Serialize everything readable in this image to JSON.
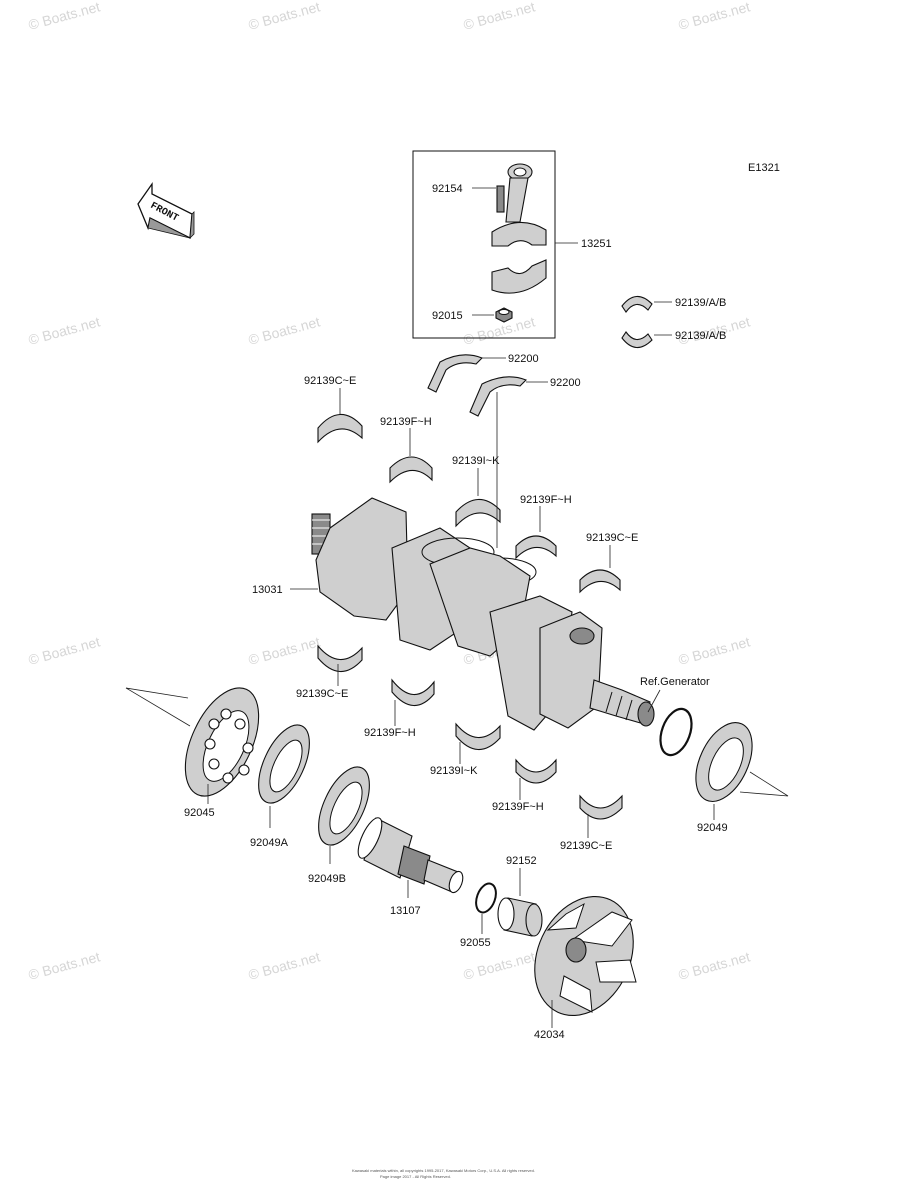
{
  "diagram_code": "E1321",
  "front_label": "FRONT",
  "watermark": "© Boats.net",
  "parts": {
    "p92154": "92154",
    "p13251": "13251",
    "p92015": "92015",
    "p92139ab_1": "92139/A/B",
    "p92139ab_2": "92139/A/B",
    "p92200_1": "92200",
    "p92200_2": "92200",
    "p92139ce_1": "92139C~E",
    "p92139fh_1": "92139F~H",
    "p92139ik_1": "92139I~K",
    "p92139fh_2": "92139F~H",
    "p92139ce_2": "92139C~E",
    "p13031": "13031",
    "p92139ce_3": "92139C~E",
    "p92139fh_3": "92139F~H",
    "p92139ik_2": "92139I~K",
    "p92139fh_4": "92139F~H",
    "p92139ce_4": "92139C~E",
    "ref_generator": "Ref.Generator",
    "p92045": "92045",
    "p92049a": "92049A",
    "p92049b": "92049B",
    "p13107": "13107",
    "p92152": "92152",
    "p92055": "92055",
    "p42034": "42034",
    "p92049": "92049"
  },
  "footer": {
    "line1": "Kawasaki materials within, all copyrights 1995-2017, Kawasaki Motors Corp., U.S.A. All rights reserved.",
    "line2": "Page image 2017 - All Rights Reserved."
  }
}
